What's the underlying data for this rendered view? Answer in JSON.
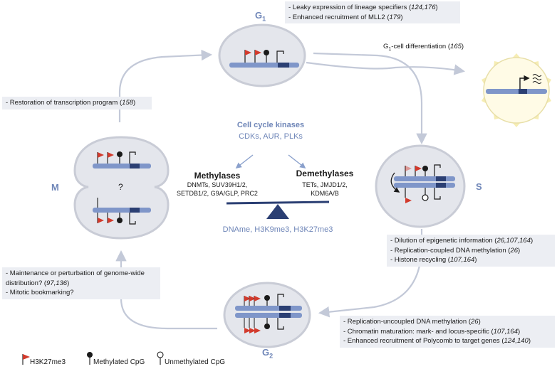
{
  "phases": {
    "g1": {
      "main": "G",
      "sub": "1"
    },
    "s": "S",
    "g2": {
      "main": "G",
      "sub": "2"
    },
    "m": "M"
  },
  "g1_box": {
    "items": [
      {
        "text": "- Leaky expression of lineage specifiers (",
        "cite": "124,176",
        "end": ")"
      },
      {
        "text": "- Enhanced recruitment of MLL2 (",
        "cite": "179",
        "end": ")"
      }
    ]
  },
  "g1_diff": {
    "pre": "G",
    "sub": "1",
    "text": "-cell differentiation (",
    "cite": "165",
    "end": ")"
  },
  "m_restore": {
    "text": "- Restoration of transcription program (",
    "cite": "158",
    "end": ")"
  },
  "center": {
    "kinases_title": "Cell cycle kinases",
    "kinases_list": "CDKs, AUR, PLKs",
    "methylases_title": "Methylases",
    "methylases_line1": "DNMTs, SUV39H1/2,",
    "methylases_line2": "SETDB1/2, G9A/GLP, PRC2",
    "demethylases_title": "Demethylases",
    "demethylases_line1": "TETs, JMJD1/2,",
    "demethylases_line2": "KDM6A/B",
    "marks": "DNAme, H3K9me3, H3K27me3"
  },
  "m_question": "?",
  "s_box": {
    "items": [
      {
        "text": "- Dilution of epigenetic information (",
        "cite": "26,107,164",
        "end": ")"
      },
      {
        "text": "- Replication-coupled DNA methylation (",
        "cite": "26",
        "end": ")"
      },
      {
        "text": "- Histone recycling (",
        "cite": "107,164",
        "end": ")"
      }
    ]
  },
  "m_box": {
    "items": [
      {
        "text": "- Maintenance or perturbation of genome-wide",
        "cite": "",
        "end": ""
      },
      {
        "text": "distribution? (",
        "cite": "97,136",
        "end": ")"
      },
      {
        "text": "- Mitotic bookmarking?",
        "cite": "",
        "end": ""
      }
    ]
  },
  "g2_box": {
    "items": [
      {
        "text": "- Replication-uncoupled DNA methylation (",
        "cite": "26",
        "end": ")"
      },
      {
        "text": "- Chromatin maturation: mark- and locus-specific (",
        "cite": "107,164",
        "end": ")"
      },
      {
        "text": "- Enhanced recruitment of Polycomb to target genes (",
        "cite": "124,140",
        "end": ")"
      }
    ]
  },
  "legend": {
    "h3k27": "H3K27me3",
    "methylated": "Methylated CpG",
    "unmethylated": "Unmethylated CpG"
  },
  "colors": {
    "blue_text": "#6f86b8",
    "dna": "#7f96c9",
    "dna_dark": "#2b3f73",
    "flag": "#d23a2c",
    "cell_fill": "#e4e6ec",
    "cell_stroke": "#c9ccd6",
    "arrow": "#c3c9d8",
    "sun": "#f6edb4",
    "box_bg": "#eceef3"
  }
}
